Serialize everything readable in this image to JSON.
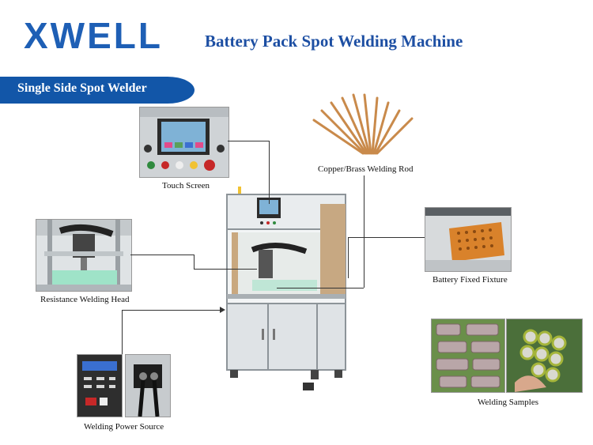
{
  "header": {
    "logo": "XWELL",
    "title": "Battery Pack Spot Welding Machine"
  },
  "banner": {
    "label": "Single Side Spot Welder"
  },
  "captions": {
    "touch_screen": "Touch Screen",
    "welding_rod": "Copper/Brass Welding Rod",
    "resistance_head": "Resistance Welding Head",
    "battery_fixture": "Battery Fixed Fixture",
    "welding_samples": "Welding Samples",
    "power_source": "Welding Power Source"
  },
  "colors": {
    "brand": "#1e5fb5",
    "banner": "#1256a8",
    "rod": "#c98a4b",
    "fixture": "#d9822b"
  }
}
